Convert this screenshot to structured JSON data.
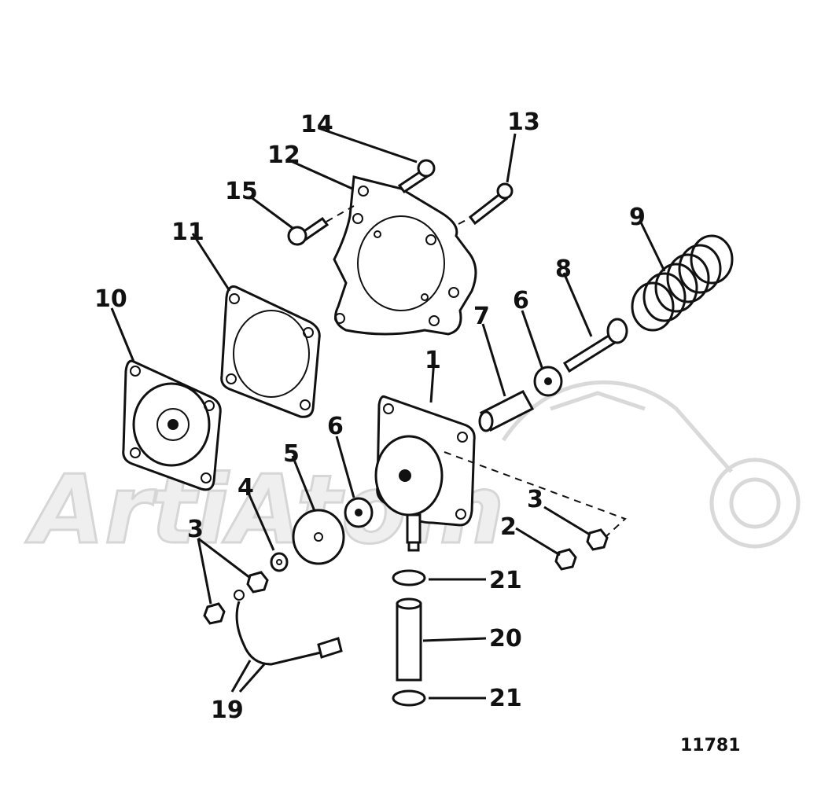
{
  "figure_number": "11781",
  "callouts": {
    "c1": "1",
    "c2": "2",
    "c3a": "3",
    "c3b": "3",
    "c4": "4",
    "c5": "5",
    "c6a": "6",
    "c6b": "6",
    "c7": "7",
    "c8": "8",
    "c9": "9",
    "c10": "10",
    "c11": "11",
    "c12": "12",
    "c13": "13",
    "c14": "14",
    "c15": "15",
    "c19": "19",
    "c20": "20",
    "c21a": "21",
    "c21b": "21"
  },
  "watermark": {
    "text": "ArtiAtom"
  }
}
